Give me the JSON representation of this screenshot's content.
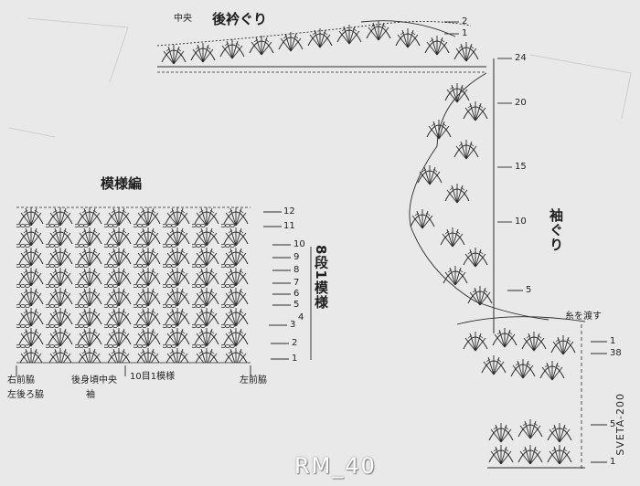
{
  "labels": {
    "center_top": "中央",
    "back_neck": "後衿ぐり",
    "pattern_title": "模様編",
    "armhole": "袖ぐり",
    "yarn_join": "糸を渡す",
    "right_front_left_back": [
      "右前脇",
      "左後ろ脇"
    ],
    "back_center": "後身頃中央",
    "sleeve": "袖",
    "repeat_10": "10目1模様",
    "left_front": "左前脇",
    "row_repeat": "8段1模様"
  },
  "row_markers_swatch": [
    "12",
    "11",
    "10",
    "9",
    "8",
    "7",
    "6",
    "5",
    "4",
    "3",
    "2",
    "1"
  ],
  "row_markers_neck": [
    "2",
    "1",
    "24"
  ],
  "row_markers_armhole": [
    "20",
    "15",
    "10",
    "5",
    "1",
    "38"
  ],
  "row_markers_bottom": [
    "5",
    "1"
  ],
  "watermark_bottom": "RM_40",
  "watermark_side": "SVETA-200"
}
